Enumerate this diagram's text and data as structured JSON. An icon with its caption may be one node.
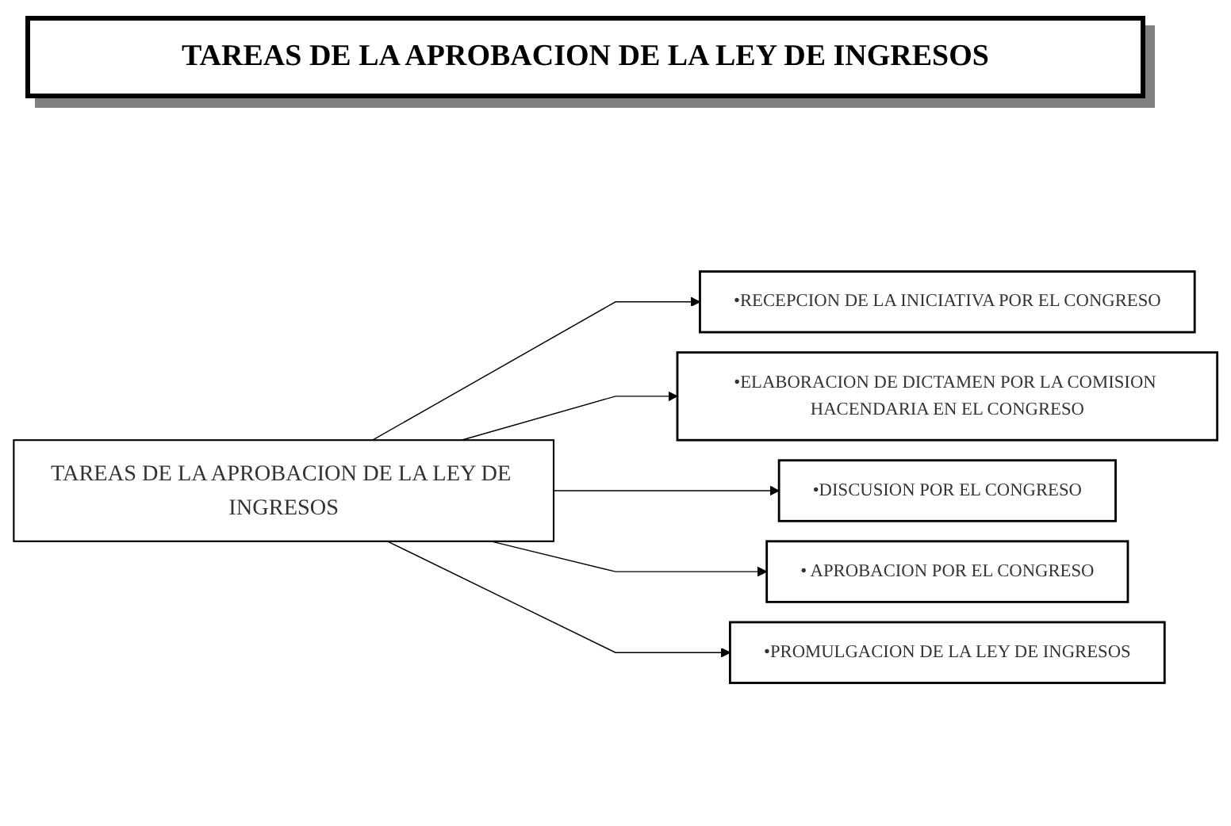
{
  "diagram": {
    "title": "TAREAS DE LA APROBACION DE LA LEY DE INGRESOS",
    "nodes": [
      {
        "text": [
          "TAREAS DE LA APROBACION DE LA LEY DE INGRESOS"
        ]
      },
      {
        "text": [
          "•RECEPCION DE LA INICIATIVA POR EL CONGRESO"
        ]
      },
      {
        "text": [
          "•ELABORACION DE DICTAMEN POR LA COMISION HACENDARIA EN EL CONGRESO"
        ]
      },
      {
        "text": [
          "•DISCUSION POR EL CONGRESO"
        ]
      },
      {
        "text": [
          "• APROBACION POR EL CONGRESO"
        ]
      },
      {
        "text": [
          "•PROMULGACION DE LA LEY DE INGRESOS"
        ]
      }
    ],
    "edges": [
      {
        "from": 0,
        "to": 1,
        "arrow": "to"
      },
      {
        "from": 0,
        "to": 2,
        "arrow": "to"
      },
      {
        "from": 0,
        "to": 3,
        "arrow": "to"
      },
      {
        "from": 0,
        "to": 4,
        "arrow": "to"
      },
      {
        "from": 0,
        "to": 5,
        "arrow": "to"
      }
    ]
  }
}
